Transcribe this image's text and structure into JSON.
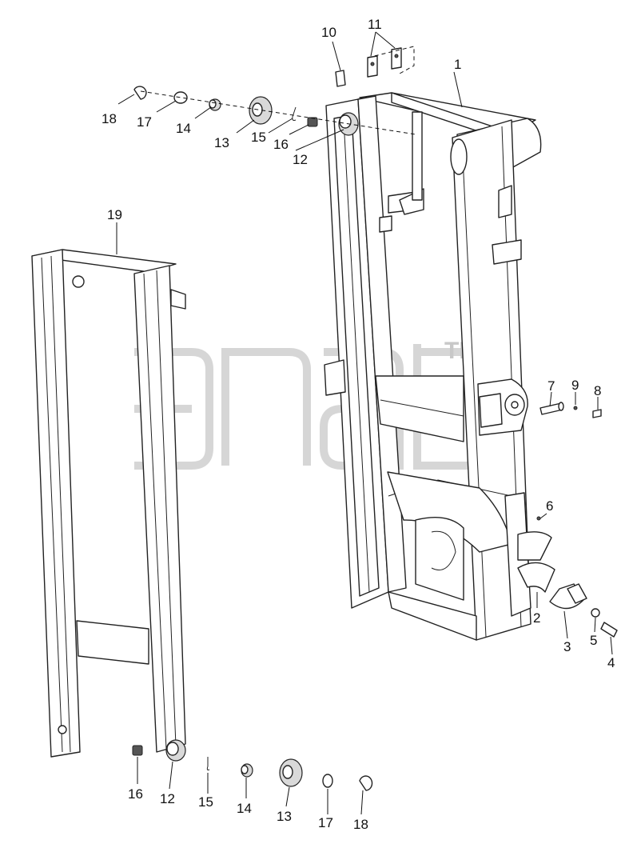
{
  "watermark": {
    "trademark": "TM"
  },
  "callouts": [
    {
      "id": "c1",
      "label": "1"
    },
    {
      "id": "c2",
      "label": "2"
    },
    {
      "id": "c3",
      "label": "3"
    },
    {
      "id": "c4",
      "label": "4"
    },
    {
      "id": "c5",
      "label": "5"
    },
    {
      "id": "c6",
      "label": "6"
    },
    {
      "id": "c7",
      "label": "7"
    },
    {
      "id": "c8",
      "label": "8"
    },
    {
      "id": "c9",
      "label": "9"
    },
    {
      "id": "c10",
      "label": "10"
    },
    {
      "id": "c11",
      "label": "11"
    },
    {
      "id": "c12a",
      "label": "12"
    },
    {
      "id": "c12b",
      "label": "12"
    },
    {
      "id": "c13a",
      "label": "13"
    },
    {
      "id": "c13b",
      "label": "13"
    },
    {
      "id": "c14a",
      "label": "14"
    },
    {
      "id": "c14b",
      "label": "14"
    },
    {
      "id": "c15a",
      "label": "15"
    },
    {
      "id": "c15b",
      "label": "15"
    },
    {
      "id": "c16a",
      "label": "16"
    },
    {
      "id": "c16b",
      "label": "16"
    },
    {
      "id": "c17a",
      "label": "17"
    },
    {
      "id": "c17b",
      "label": "17"
    },
    {
      "id": "c18a",
      "label": "18"
    },
    {
      "id": "c18b",
      "label": "18"
    },
    {
      "id": "c19",
      "label": "19"
    }
  ]
}
